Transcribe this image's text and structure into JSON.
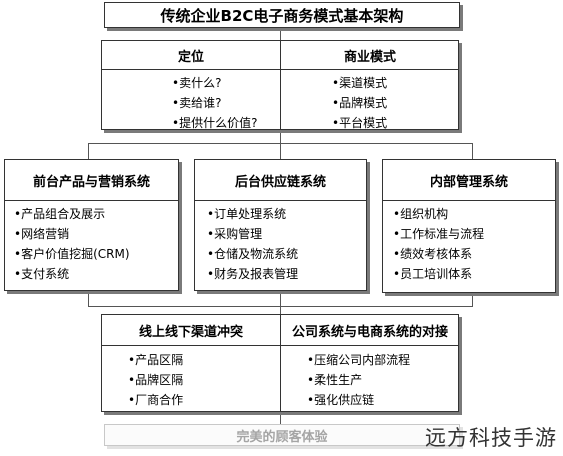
{
  "title": "传统企业B2C电子商务模式基本架构",
  "top": {
    "left": {
      "header": "定位",
      "items": [
        "•卖什么?",
        "•卖给谁?",
        "•提供什么价值?"
      ]
    },
    "right": {
      "header": "商业模式",
      "items": [
        "•渠道模式",
        "•品牌模式",
        "•平台模式"
      ]
    }
  },
  "middle": [
    {
      "header": "前台产品与营销系统",
      "items": [
        "•产品组合及展示",
        "•网络营销",
        "•客户价值挖掘(CRM)",
        "•支付系统"
      ]
    },
    {
      "header": "后台供应链系统",
      "items": [
        "•订单处理系统",
        "•采购管理",
        "•仓储及物流系统",
        "•财务及报表管理"
      ]
    },
    {
      "header": "内部管理系统",
      "items": [
        "•组织机构",
        "•工作标准与流程",
        "•绩效考核体系",
        "•员工培训体系"
      ]
    }
  ],
  "bottom": {
    "left": {
      "header": "线上线下渠道冲突",
      "items": [
        "•产品区隔",
        "•品牌区隔",
        "•厂商合作"
      ]
    },
    "right": {
      "header": "公司系统与电商系统的对接",
      "items": [
        "•压缩公司内部流程",
        "•柔性生产",
        "•强化供应链"
      ]
    }
  },
  "footer": "完美的顾客体验",
  "watermark": "远方科技手游"
}
